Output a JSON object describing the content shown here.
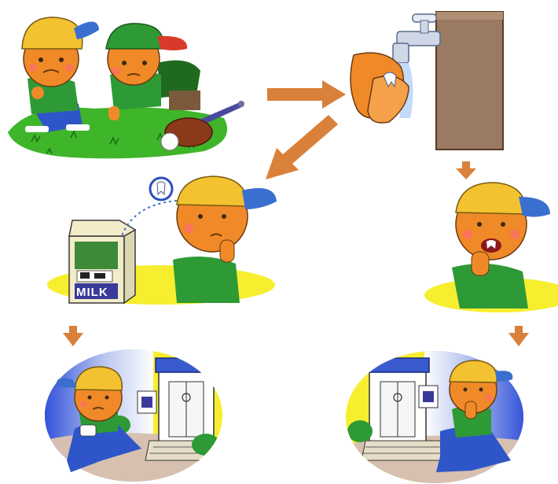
{
  "milk_carton": {
    "label": "MILK"
  },
  "colors": {
    "arrow": "#d9803a",
    "skin": "#f08a28",
    "cap": "#f2c230",
    "cap_brim": "#3a6fd0",
    "grass": "#3fb52a",
    "yellow_floor": "#f7ee30",
    "wall": "#9a7a62",
    "shirt": "#2e9a36"
  },
  "steps": [
    {
      "id": "cut-finger-while-playing",
      "icons": [
        "child-icon",
        "friend-icon",
        "baseball-glove-icon",
        "bat-icon"
      ]
    },
    {
      "id": "wash-wound-under-tap",
      "icons": [
        "faucet-icon",
        "hands-icon",
        "tooth-icon"
      ]
    },
    {
      "id": "store-tooth-in-milk",
      "icons": [
        "milk-carton-icon",
        "tooth-icon",
        "child-icon"
      ]
    },
    {
      "id": "hold-tooth-in-mouth",
      "icons": [
        "child-icon"
      ]
    },
    {
      "id": "run-to-dentist-left",
      "icons": [
        "running-child-icon",
        "dental-clinic-icon"
      ]
    },
    {
      "id": "run-to-dentist-right",
      "icons": [
        "running-child-icon",
        "dental-clinic-icon"
      ]
    }
  ]
}
